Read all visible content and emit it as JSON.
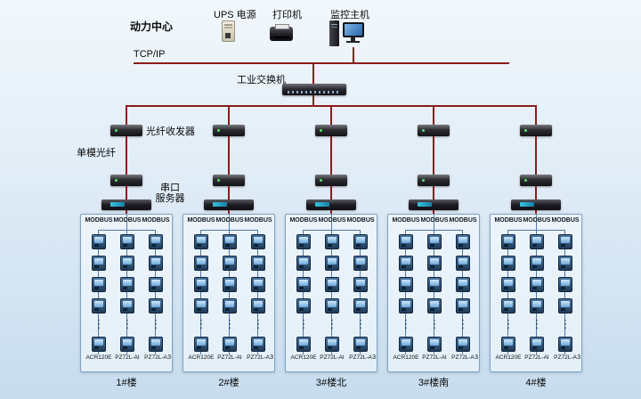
{
  "colors": {
    "backbone_line": "#8b1c1c",
    "bus_line": "#4f7aa6",
    "panel_border": "#7fa3c4",
    "background_top": "#f2f8fc",
    "background_bottom": "#c7dcee"
  },
  "glyphs": {
    "ellipsis": "⋮"
  },
  "header": {
    "site_label": "动力中心",
    "ups_label": "UPS 电源",
    "printer_label": "打印机",
    "host_label": "监控主机"
  },
  "network": {
    "tcpip_label": "TCP/IP",
    "switch_label": "工业交换机",
    "fiber_transceiver_label": "光纤收发器",
    "single_mode_fiber_label": "单模光纤",
    "serial_server_label_line1": "串口",
    "serial_server_label_line2": "服务器"
  },
  "groups": [
    {
      "name": "1#楼",
      "modbus": [
        "MODBUS",
        "MODBUS",
        "MODBUS"
      ],
      "models": [
        "ACR120E",
        "PZ72L-AI",
        "PZ72L-A"
      ],
      "count": "3"
    },
    {
      "name": "2#楼",
      "modbus": [
        "MODBUS",
        "MODBUS",
        "MODBUS"
      ],
      "models": [
        "ACR120E",
        "PZ72L-AI",
        "PZ72L-A"
      ],
      "count": "3"
    },
    {
      "name": "3#楼北",
      "modbus": [
        "MODBUS",
        "MODBUS",
        "MODBUS"
      ],
      "models": [
        "ACR120E",
        "PZ72L-AI",
        "PZ72L-A"
      ],
      "count": "3"
    },
    {
      "name": "3#楼南",
      "modbus": [
        "MODBUS",
        "MODBUS",
        "MODBUS"
      ],
      "models": [
        "ACR120E",
        "PZ72L-AI",
        "PZ72L-A"
      ],
      "count": "3"
    },
    {
      "name": "4#楼",
      "modbus": [
        "MODBUS",
        "MODBUS",
        "MODBUS"
      ],
      "models": [
        "ACR120E",
        "PZ72L-AI",
        "PZ72L-A"
      ],
      "count": "3"
    }
  ]
}
